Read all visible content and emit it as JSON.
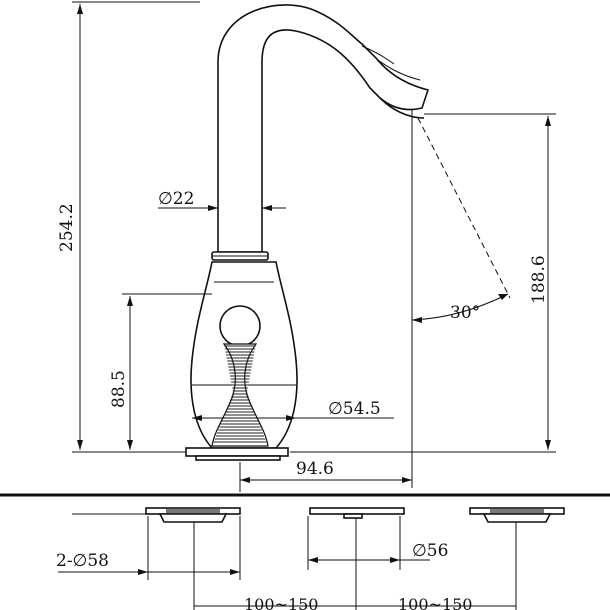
{
  "dimensions": {
    "overall_height": "254.2",
    "spout_outlet_height": "188.6",
    "body_height": "88.5",
    "spout_reach": "94.6",
    "spout_diameter": "∅22",
    "body_diameter": "∅54.5",
    "spout_angle": "30°",
    "hole_diameter": "2-∅58",
    "center_hole_diameter": "∅56",
    "spacing_left": "100~150",
    "spacing_right": "100~150"
  }
}
